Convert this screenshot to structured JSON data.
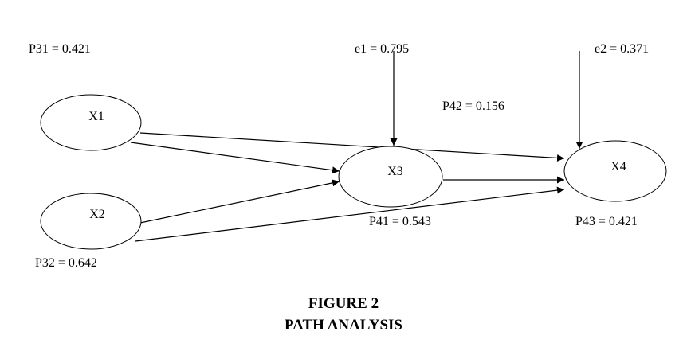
{
  "nodes": {
    "x1": "X1",
    "x2": "X2",
    "x3": "X3",
    "x4": "X4"
  },
  "coefficients": {
    "p31": "P31 = 0.421",
    "p32": "P32 = 0.642",
    "p41": "P41 = 0.543",
    "p42": "P42 = 0.156",
    "p43": "P43 = 0.421",
    "e1": "e1 = 0.795",
    "e2": "e2 = 0.371"
  },
  "caption": {
    "line1": "FIGURE 2",
    "line2": "PATH ANALYSIS"
  }
}
